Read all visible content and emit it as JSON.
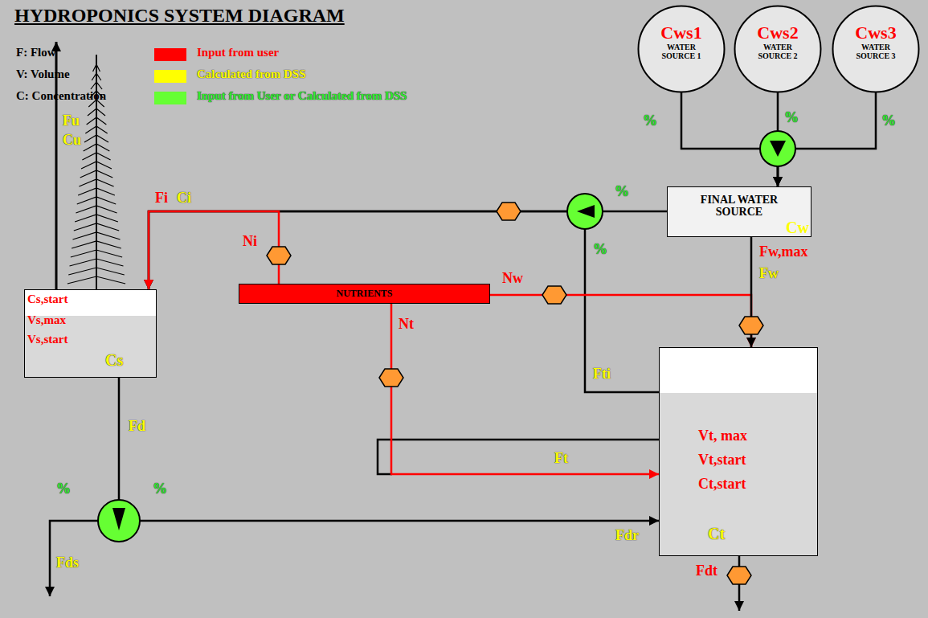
{
  "diagram": {
    "title": "HYDROPONICS SYSTEM DIAGRAM",
    "nodes": [
      {
        "text": [
          "Cws1",
          "WATER SOURCE 1"
        ]
      },
      {
        "text": [
          "Cws2",
          "WATER SOURCE 2"
        ]
      },
      {
        "text": [
          "Cws3",
          "WATER SOURCE 3"
        ]
      },
      {
        "text": [
          "FINAL WATER SOURCE",
          "Cw"
        ]
      },
      {
        "text": [
          "NUTRIENTS"
        ]
      },
      {
        "text": [
          "Cs,start",
          "Vs,max",
          "Vs,start",
          "Cs"
        ]
      },
      {
        "text": [
          "Vt, max",
          "Vt,start",
          "Ct,start",
          "Ct"
        ]
      }
    ],
    "edges": [
      {
        "from": 0,
        "to": 3,
        "arrow": "to",
        "label": "%"
      },
      {
        "from": 1,
        "to": 3,
        "arrow": "to",
        "label": "%"
      },
      {
        "from": 2,
        "to": 3,
        "arrow": "to",
        "label": "%"
      },
      {
        "from": 3,
        "to": 5,
        "arrow": "to",
        "label": "%"
      },
      {
        "from": 6,
        "to": 5,
        "arrow": "to",
        "label": "%"
      },
      {
        "from": 4,
        "to": 5,
        "arrow": "to",
        "label": "Ni"
      },
      {
        "from": 4,
        "to": 6,
        "arrow": "to",
        "label": "Nw"
      },
      {
        "from": 4,
        "to": 6,
        "arrow": "to",
        "label": "Nt"
      },
      {
        "from": 3,
        "to": 6,
        "arrow": "to"
      },
      {
        "from": 5,
        "to": 6,
        "arrow": "to",
        "label": "%"
      }
    ],
    "labels": [
      "F: Flow",
      "V: Volume",
      "C: Concentration",
      "Fi",
      "Ci",
      "Fu",
      "Cu",
      "Fd",
      "%",
      "Fds",
      "Fdr",
      "Fw,max",
      "Fw",
      "Fti",
      "Ft",
      "Fdt"
    ],
    "legend": [
      {
        "text": "Input from user",
        "color": "#ff0000"
      },
      {
        "text": "Calculated from DSS",
        "color": "#ffff00"
      },
      {
        "text": "Input from User or Calculated from DSS",
        "color": "#66ff33"
      }
    ]
  }
}
